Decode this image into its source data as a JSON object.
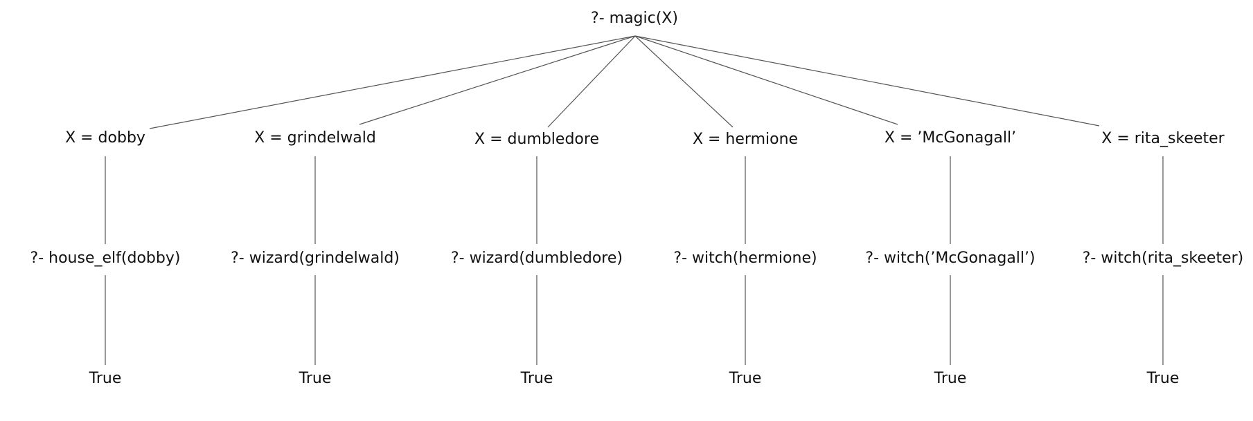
{
  "tree": {
    "root": "?- magic(X)",
    "branches": [
      {
        "binding": "X = dobby",
        "goal": "?- house_elf(dobby)",
        "result": "True"
      },
      {
        "binding": "X = grindelwald",
        "goal": "?- wizard(grindelwald)",
        "result": "True"
      },
      {
        "binding": "X = dumbledore",
        "goal": "?- wizard(dumbledore)",
        "result": "True"
      },
      {
        "binding": "X = hermione",
        "goal": "?- witch(hermione)",
        "result": "True"
      },
      {
        "binding": "X = ’McGonagall’",
        "goal": "?- witch(’McGonagall’)",
        "result": "True"
      },
      {
        "binding": "X = rita_skeeter",
        "goal": "?- witch(rita_skeeter)",
        "result": "True"
      }
    ]
  }
}
